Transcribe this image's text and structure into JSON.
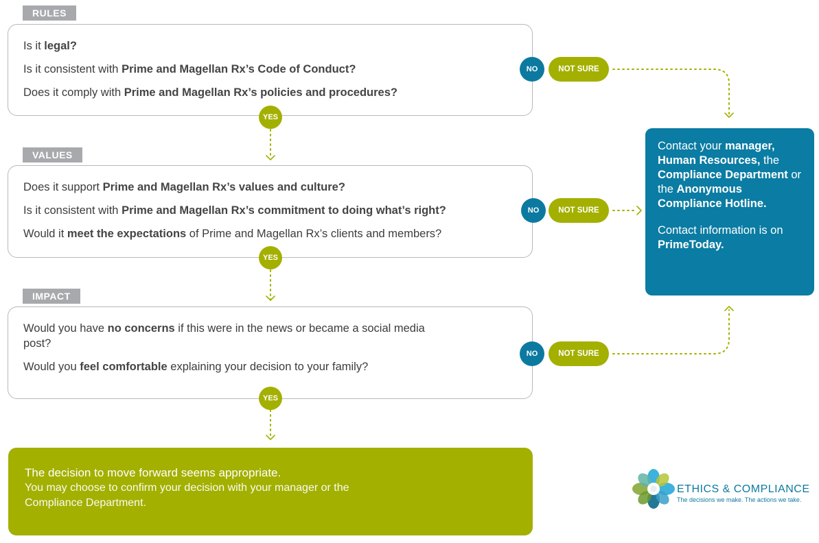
{
  "rules": {
    "tag": "RULES",
    "q1": {
      "pre": "Is it ",
      "b": "legal?",
      "post": ""
    },
    "q2": {
      "pre": "Is it consistent with ",
      "b": "Prime and Magellan Rx’s Code of Conduct?",
      "post": ""
    },
    "q3": {
      "pre": "Does it comply with ",
      "b": "Prime and Magellan Rx’s policies and procedures?",
      "post": ""
    }
  },
  "values": {
    "tag": "VALUES",
    "q1": {
      "pre": "Does it support ",
      "b": "Prime and Magellan Rx’s values and culture?",
      "post": ""
    },
    "q2": {
      "pre": "Is it consistent with ",
      "b": "Prime and Magellan Rx’s commitment to doing what’s right?",
      "post": ""
    },
    "q3": {
      "pre": "Would it ",
      "b": "meet the expectations",
      "post": " of Prime and Magellan Rx’s clients and members?"
    }
  },
  "impact": {
    "tag": "IMPACT",
    "q1": {
      "pre": "Would you have ",
      "b": "no concerns",
      "post": " if this were in the news or became a social media post?"
    },
    "q2": {
      "pre": "Would you ",
      "b": "feel comfortable",
      "post": " explaining your decision to your family?"
    }
  },
  "labels": {
    "yes": "YES",
    "no": "NO",
    "not_sure": "NOT SURE"
  },
  "contact": {
    "p1_a": "Contact your ",
    "p1_b": "manager, Human Resources,",
    "p1_c": " the ",
    "p1_d": "Compliance Department",
    "p1_e": " or the ",
    "p1_f": "Anonymous Compliance Hotline.",
    "p2_a": "Contact information is on ",
    "p2_b": "PrimeToday."
  },
  "decision": {
    "line1": "The decision to move forward seems appropriate.",
    "line2": "You may choose to confirm your decision with your manager or the Compliance Department."
  },
  "logo": {
    "word": "ETHICS & COMPLIANCE",
    "tagline": "The decisions we make. The actions we take."
  },
  "colors": {
    "teal": "#0b7ca3",
    "lime": "#a3b000",
    "gray": "#a7a9ac"
  }
}
